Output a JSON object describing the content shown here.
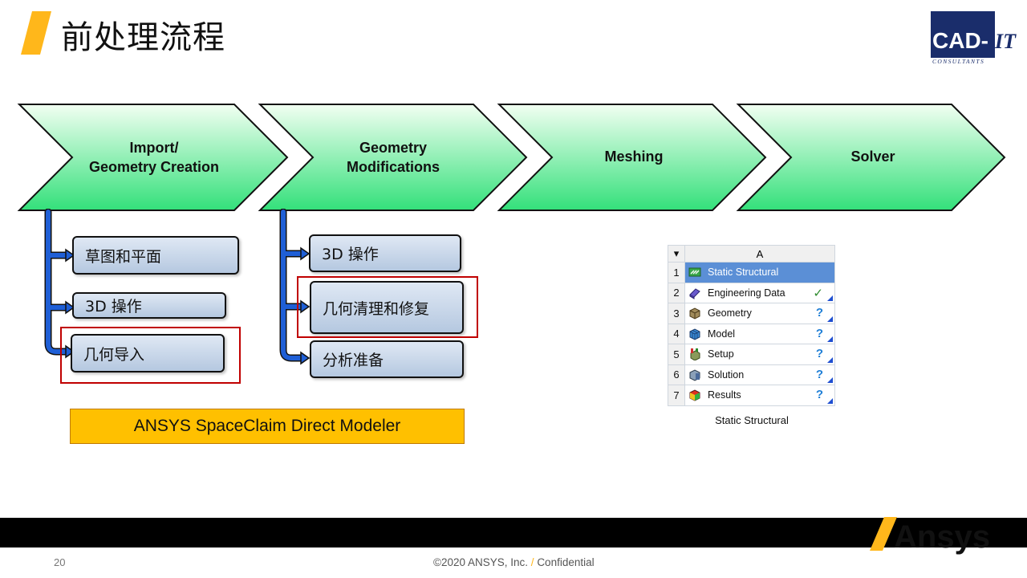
{
  "slide": {
    "title": "前处理流程",
    "page_number": "20",
    "copyright": "©2020 ANSYS, Inc.",
    "copyright_slash": "/",
    "confidential": "Confidential"
  },
  "logo": {
    "text_main": "CAD-",
    "text_it": "IT",
    "text_sub": "CONSULTANTS"
  },
  "brand": {
    "name": "Ansys"
  },
  "workflow": {
    "steps": [
      {
        "line1": "Import/",
        "line2": "Geometry Creation"
      },
      {
        "line1": "Geometry",
        "line2": "Modifications"
      },
      {
        "line1": "Meshing",
        "line2": ""
      },
      {
        "line1": "Solver",
        "line2": ""
      }
    ],
    "col1_items": [
      "草图和平面",
      "3D 操作",
      "几何导入"
    ],
    "col2_items": [
      "3D 操作",
      "几何清理和修复",
      "分析准备"
    ]
  },
  "spaceclaim_label": "ANSYS SpaceClaim Direct Modeler",
  "workbench": {
    "column_header": "A",
    "rows": [
      {
        "num": "1",
        "label": "Static Structural",
        "status": ""
      },
      {
        "num": "2",
        "label": "Engineering Data",
        "status": "✓"
      },
      {
        "num": "3",
        "label": "Geometry",
        "status": "?"
      },
      {
        "num": "4",
        "label": "Model",
        "status": "?"
      },
      {
        "num": "5",
        "label": "Setup",
        "status": "?"
      },
      {
        "num": "6",
        "label": "Solution",
        "status": "?"
      },
      {
        "num": "7",
        "label": "Results",
        "status": "?"
      }
    ],
    "caption": "Static Structural"
  },
  "colors": {
    "chevron_fill_top": "#f2fff2",
    "chevron_fill_bottom": "#33e07a",
    "connector_blue": "#1f5fd6",
    "highlight_red": "#c00000",
    "spaceclaim_orange": "#ffc000",
    "ansys_yellow": "#ffb71b",
    "selected_row": "#5b8fd6"
  }
}
